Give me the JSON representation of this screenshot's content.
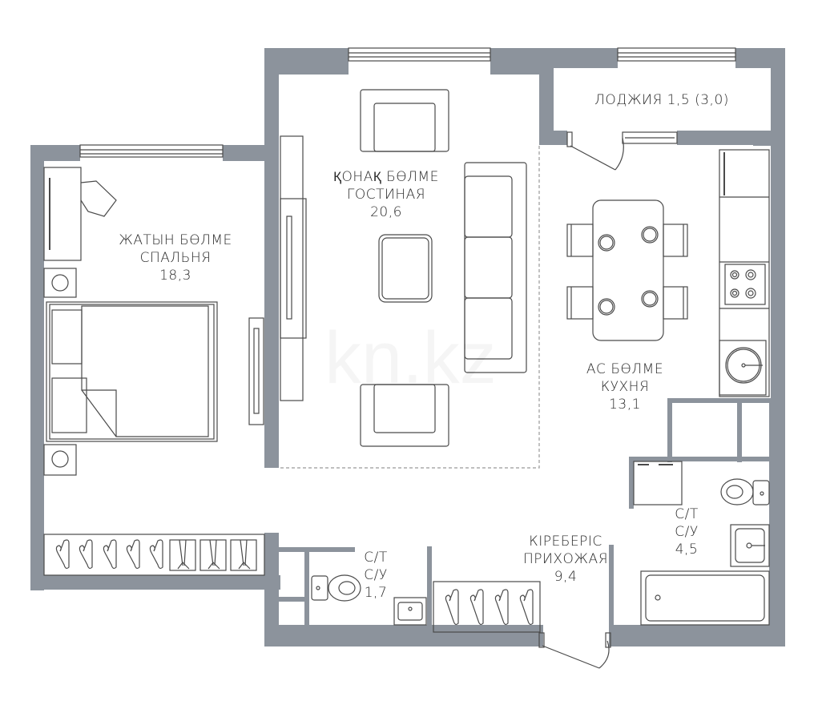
{
  "plan": {
    "wall_color": "#8c939c",
    "line_color": "#4a4a4a",
    "watermark": "kn.kz"
  },
  "rooms": {
    "loggia": {
      "label": "ЛОДЖИЯ 1,5 (3,0)"
    },
    "living": {
      "name_kz": "ҚОНАҚ БӨЛМЕ",
      "name_ru": "ГОСТИНАЯ",
      "area": "20,6"
    },
    "bedroom": {
      "name_kz": "ЖАТЫН БӨЛМЕ",
      "name_ru": "СПАЛЬНЯ",
      "area": "18,3"
    },
    "kitchen": {
      "name_kz": "АС БӨЛМЕ",
      "name_ru": "КУХНЯ",
      "area": "13,1"
    },
    "bath_large": {
      "name_kz": "С/Т",
      "name_ru": "С/У",
      "area": "4,5"
    },
    "bath_small": {
      "name_kz": "С/Т",
      "name_ru": "С/У",
      "area": "1,7"
    },
    "hallway": {
      "name_kz": "КІРЕБЕРІС",
      "name_ru": "ПРИХОЖАЯ",
      "area": "9,4"
    }
  }
}
